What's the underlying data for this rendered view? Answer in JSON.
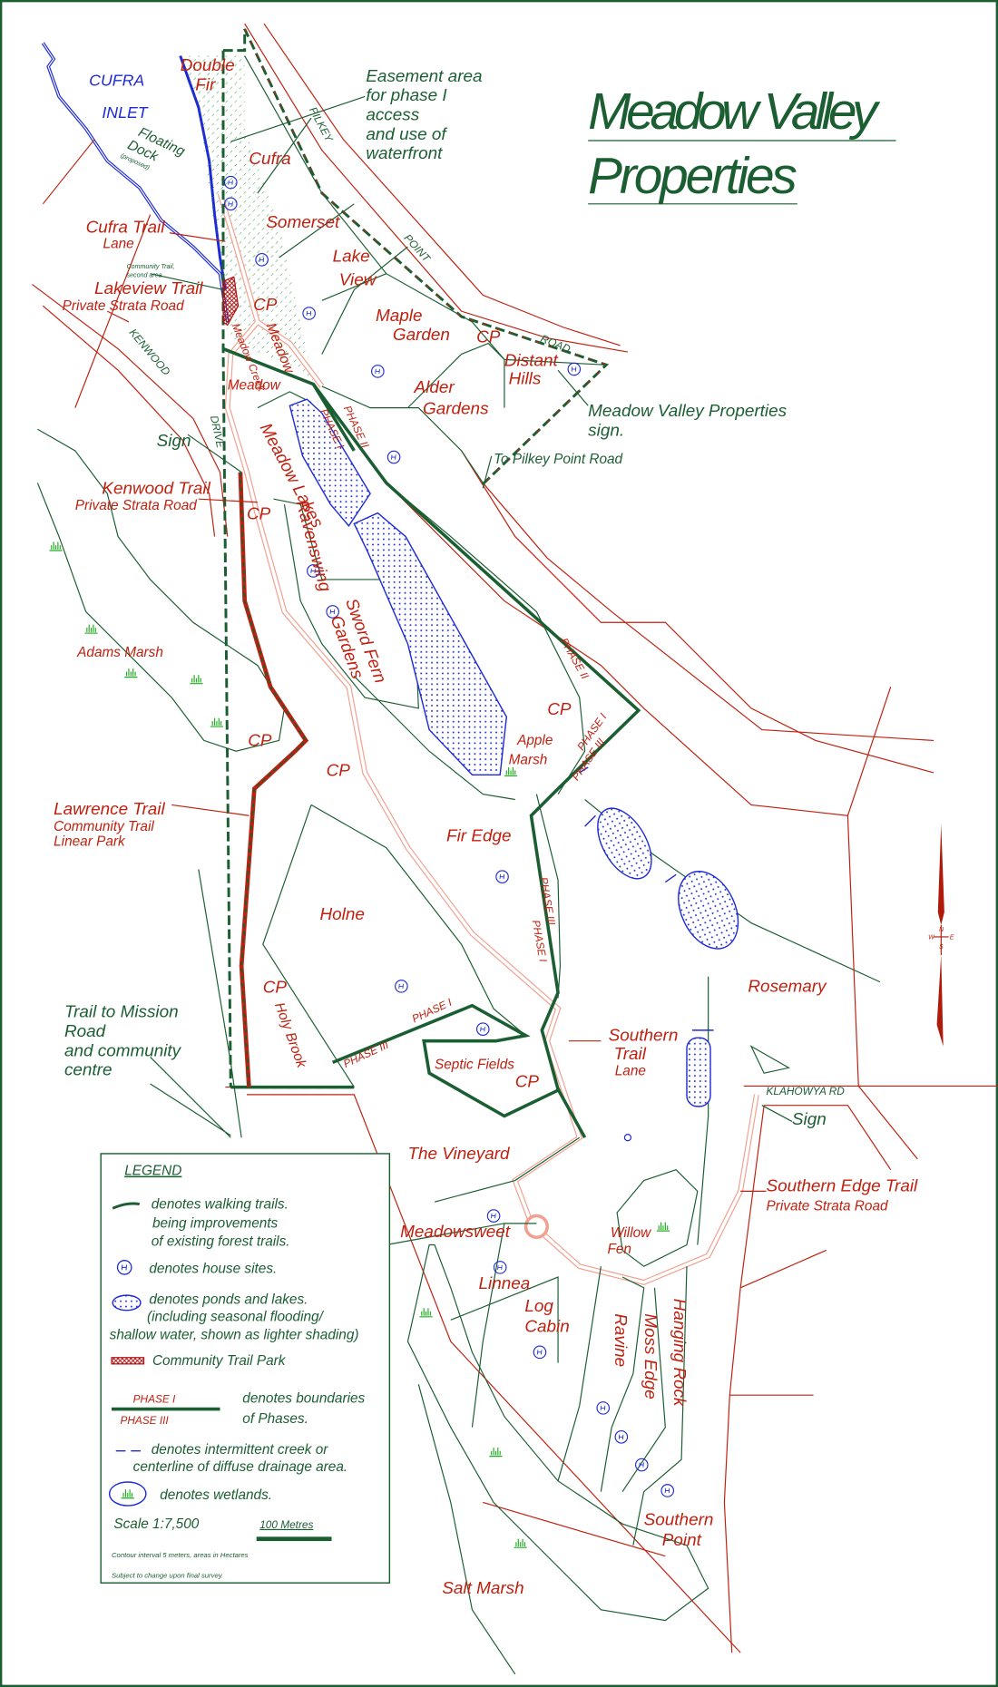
{
  "title": {
    "line1": "Meadow Valley",
    "line2": "Properties"
  },
  "colors": {
    "lot_labels": "#c0200f",
    "boundaries": "#1b5e32",
    "water": "#1d2bd6",
    "wetland": "#1fae1f",
    "trail": "#f2a090"
  },
  "annotations": {
    "easement": [
      "Easement area",
      "for phase I",
      "access",
      "and use of",
      "waterfront"
    ],
    "inlet": [
      "CUFRA",
      "INLET"
    ],
    "floating_dock": [
      "Floating",
      "Dock",
      "(proposed)"
    ],
    "community_trail_second": [
      "Community Trail,",
      "second area"
    ],
    "sign_top": [
      "Meadow Valley Properties",
      "sign."
    ],
    "to_pilkey": "To Pilkey Point Road",
    "sign_left": "Sign",
    "sign_right": "Sign",
    "trail_to_mission": [
      "Trail to Mission",
      "Road",
      "and community",
      "centre"
    ]
  },
  "roads": {
    "pilkey": "PILKEY",
    "point": "POINT",
    "road": "ROAD",
    "kenwood": "KENWOOD",
    "drive": "DRIVE",
    "klahowya": "KLAHOWYA RD"
  },
  "trails": {
    "cufra": [
      "Cufra Trail",
      "Lane"
    ],
    "lakeview": [
      "Lakeview Trail",
      "Private Strata Road"
    ],
    "kenwood": [
      "Kenwood Trail",
      "Private Strata Road"
    ],
    "lawrence": [
      "Lawrence Trail",
      "Community Trail",
      "Linear Park"
    ],
    "southern": [
      "Southern",
      "Trail",
      "Lane"
    ],
    "southern_edge": [
      "Southern Edge Trail",
      "Private Strata Road"
    ]
  },
  "lots": {
    "double_fir": [
      "Double",
      "Fir"
    ],
    "cufra": "Cufra",
    "somerset": "Somerset",
    "lake_view": [
      "Lake",
      "View"
    ],
    "maple_garden": [
      "Maple",
      "Garden"
    ],
    "distant_hills": [
      "Distant",
      "Hills"
    ],
    "alder_gardens": [
      "Alder",
      "Gardens"
    ],
    "meadow": "Meadow",
    "meadow_creek": "Meadow Creek",
    "meadow_rot": "Meadow",
    "meadow_lakes": "Meadow Lakes",
    "ravenswing": "Ravenswing",
    "sword_fern": [
      "Sword Fern",
      "Gardens"
    ],
    "adams_marsh": "Adams Marsh",
    "apple_marsh": [
      "Apple",
      "Marsh"
    ],
    "fir_edge": "Fir Edge",
    "holne": "Holne",
    "rosemary": "Rosemary",
    "holy_brook": "Holy Brook",
    "septic_fields": "Septic Fields",
    "the_vineyard": "The Vineyard",
    "meadowsweet": "Meadowsweet",
    "willow_fen": [
      "Willow",
      "Fen"
    ],
    "linnea": "Linnea",
    "log_cabin": [
      "Log",
      "Cabin"
    ],
    "ravine": "Ravine",
    "moss_edge": "Moss Edge",
    "hanging_rock": "Hanging Rock",
    "southern_point": [
      "Southern",
      "Point"
    ],
    "salt_marsh": "Salt Marsh",
    "cp": "CP"
  },
  "phases": {
    "phase1": "PHASE I",
    "phase2": "PHASE II",
    "phase3": "PHASE III"
  },
  "compass": {
    "n": "N",
    "s": "S",
    "e": "E",
    "w": "W"
  },
  "legend": {
    "title": "LEGEND",
    "walking_trails": [
      "denotes walking trails.",
      "being improvements",
      "of existing forest trails."
    ],
    "house_sites": "denotes house sites.",
    "ponds": [
      "denotes ponds and lakes.",
      "(including seasonal flooding/",
      "shallow water, shown as lighter shading)"
    ],
    "community_park": "Community Trail Park",
    "phase_sample_top": "PHASE I",
    "phase_sample_bottom": "PHASE III",
    "phases": [
      "denotes boundaries",
      "of Phases."
    ],
    "creek": [
      "denotes intermittent creek or",
      "centerline of diffuse drainage area."
    ],
    "wetlands": "denotes wetlands.",
    "scale": "Scale 1:7,500",
    "scale_bar": "100 Metres",
    "contour": "Contour interval 5 meters, areas in Hectares",
    "subject": "Subject to change upon final survey."
  }
}
